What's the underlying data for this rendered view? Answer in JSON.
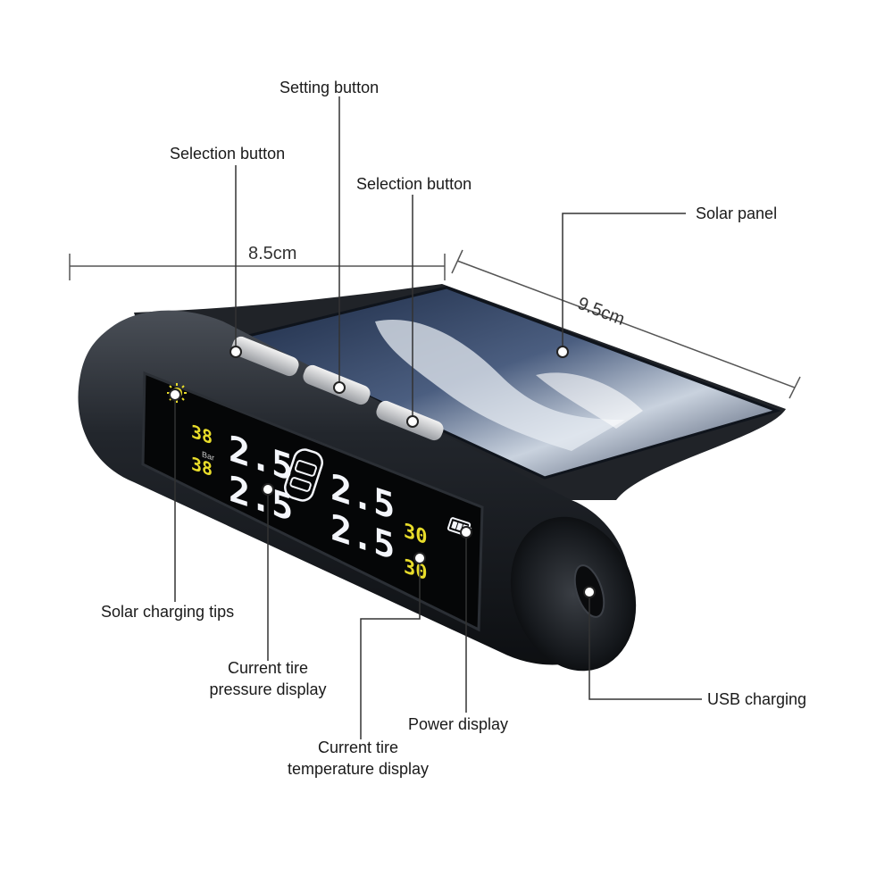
{
  "labels": {
    "setting_button": "Setting button",
    "selection_button_left": "Selection button",
    "selection_button_right": "Selection button",
    "solar_panel": "Solar panel",
    "solar_charging_tips": "Solar charging tips",
    "pressure_line1": "Current tire",
    "pressure_line2": "pressure display",
    "temperature_line1": "Current tire",
    "temperature_line2": "temperature display",
    "power_display": "Power display",
    "usb_charging": "USB charging"
  },
  "dimensions": {
    "width": "8.5cm",
    "depth": "9.5cm"
  },
  "lcd": {
    "pressure_front": "2.5",
    "pressure_rear": "2.5",
    "pressure_front_right": "2.5",
    "pressure_rear_right": "2.5",
    "small_top": "38",
    "small_bottom": "38",
    "unit": "Bar",
    "temp_top": "30",
    "temp_bottom": "30"
  },
  "colors": {
    "body": "#1c1f24",
    "lcd_digits": "#f4f6fb",
    "lcd_yellow": "#e8dc2a",
    "solar": "#3a4a66",
    "leader_line": "#333333"
  }
}
